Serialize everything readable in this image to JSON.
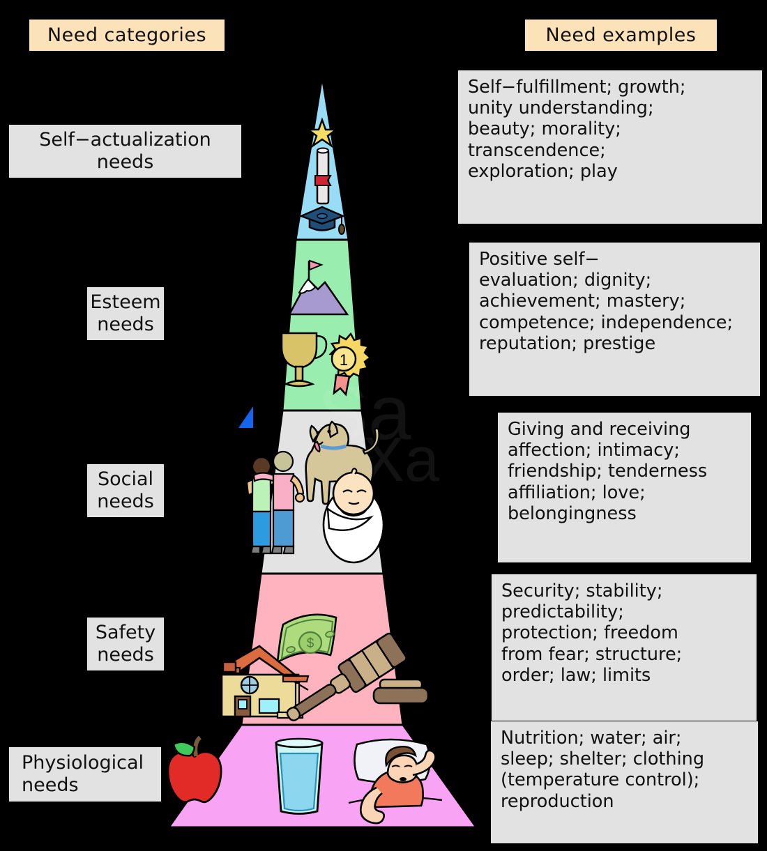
{
  "headers": {
    "categories": "Need categories",
    "examples": "Need examples"
  },
  "colors": {
    "header_bg": "#FCE2B8",
    "box_bg": "#E2E2E2",
    "background": "#000000",
    "tier_self_actualization": "#99DCF5",
    "tier_esteem": "#99EDAE",
    "tier_social": "#E3E3E3",
    "tier_safety": "#FFB3BE",
    "tier_physiological": "#F9A3F4",
    "outline": "#000000"
  },
  "tiers": [
    {
      "id": "self-actualization",
      "category": "Self−actualization\nneeds",
      "category_lines": [
        "Self−actualization",
        "needs"
      ],
      "examples": "Self−fulfillment; growth; unity understanding; beauty; morality; transcendence; exploration; play",
      "example_lines": [
        "Self−fulfillment; growth;",
        "unity understanding;",
        "beauty; morality;",
        "transcendence;",
        "exploration; play"
      ],
      "color": "#99DCF5",
      "icons": [
        "star-icon",
        "diploma-scroll-icon",
        "graduation-cap-icon"
      ]
    },
    {
      "id": "esteem",
      "category": "Esteem\nneeds",
      "category_lines": [
        "Esteem",
        "needs"
      ],
      "examples": "Positive self−evaluation; dignity; achievement; mastery; competence; independence; reputation; prestige",
      "example_lines": [
        "Positive self−",
        "evaluation; dignity;",
        "achievement; mastery;",
        "competence; independence;",
        "reputation; prestige"
      ],
      "color": "#99EDAE",
      "icons": [
        "mountain-flag-icon",
        "trophy-icon",
        "first-place-medal-icon"
      ]
    },
    {
      "id": "social",
      "category": "Social\nneeds",
      "category_lines": [
        "Social",
        "needs"
      ],
      "examples": "Giving and receiving affection; intimacy; friendship; tenderness affiliation; love; belongingness",
      "example_lines": [
        "Giving and receiving",
        "affection; intimacy;",
        "friendship; tenderness",
        "affiliation; love;",
        "belongingness"
      ],
      "color": "#E3E3E3",
      "icons": [
        "embracing-friends-icon",
        "dog-icon",
        "swaddled-baby-icon"
      ]
    },
    {
      "id": "safety",
      "category": "Safety\nneeds",
      "category_lines": [
        "Safety",
        "needs"
      ],
      "examples": "Security; stability; predictability; protection; freedom from fear; structure; order; law; limits",
      "example_lines": [
        "Security; stability;",
        "predictability;",
        "protection; freedom",
        "from fear; structure;",
        "order; law; limits"
      ],
      "color": "#FFB3BE",
      "icons": [
        "house-icon",
        "dollar-bill-icon",
        "gavel-icon"
      ]
    },
    {
      "id": "physiological",
      "category": "Physiological\nneeds",
      "category_lines": [
        "Physiological",
        "needs"
      ],
      "examples": "Nutrition; water; air; sleep; shelter; clothing (temperature control); reproduction",
      "example_lines": [
        "Nutrition; water; air;",
        "sleep; shelter; clothing",
        "(temperature control);",
        "reproduction"
      ],
      "color": "#F9A3F4",
      "icons": [
        "apple-icon",
        "glass-of-water-icon",
        "sleeping-person-icon"
      ]
    }
  ],
  "medal_number": "1"
}
